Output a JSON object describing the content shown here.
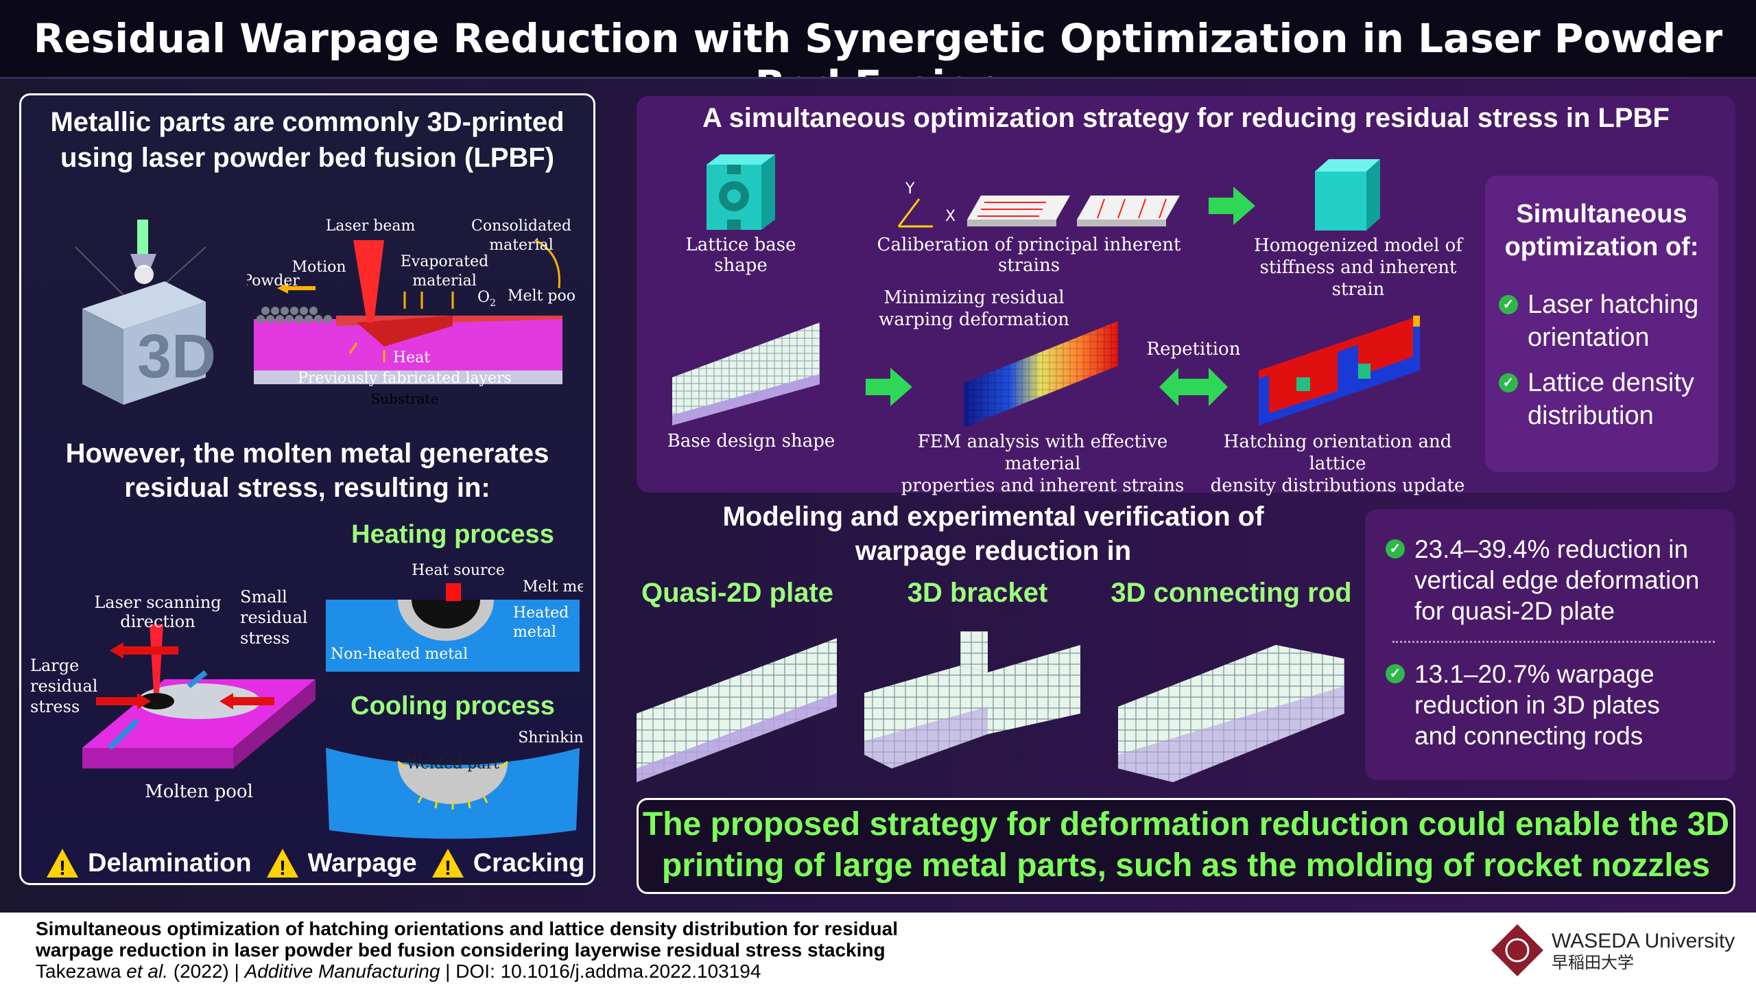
{
  "title": "Residual Warpage Reduction with Synergetic Optimization in Laser Powder Bed Fusion",
  "left": {
    "intro_line1": "Metallic parts are commonly 3D-printed",
    "intro_line2": "using laser powder bed fusion (LPBF)",
    "printer_label": "3D",
    "lpbf": {
      "laser_beam": "Laser beam",
      "consolidated_1": "Consolidated",
      "consolidated_2": "material",
      "motion": "Motion",
      "powder": "Powder",
      "evaporated_1": "Evaporated",
      "evaporated_2": "material",
      "o2": "O",
      "o2_sub": "2",
      "melt_pool": "Melt pool",
      "heat": "Heat",
      "prev_layers": "Previously fabricated layers",
      "substrate": "Substrate"
    },
    "however_1": "However, the molten metal generates",
    "however_2": "residual stress, resulting in:",
    "stress": {
      "laser_scan_1": "Laser scanning",
      "laser_scan_2": "direction",
      "small_1": "Small",
      "small_2": "residual",
      "small_3": "stress",
      "large_1": "Large",
      "large_2": "residual",
      "large_3": "stress",
      "molten_pool": "Molten pool"
    },
    "heating": {
      "title": "Heating process",
      "heat_source": "Heat source",
      "melt_metal": "Melt metal",
      "heated_1": "Heated",
      "heated_2": "metal",
      "non_heated": "Non-heated metal"
    },
    "cooling": {
      "title": "Cooling process",
      "shrinking": "Shrinking",
      "welded": "Welded part"
    },
    "warnings": [
      "Delamination",
      "Warpage",
      "Cracking"
    ]
  },
  "strategy": {
    "title": "A simultaneous optimization strategy for reducing residual stress in LPBF",
    "lattice": "Lattice base shape",
    "axis_y": "Y",
    "axis_x": "X",
    "caliberation": "Caliberation of principal inherent strains",
    "homog_1": "Homogenized model of",
    "homog_2": "stiffness and inherent strain",
    "minimizing_1": "Minimizing residual",
    "minimizing_2": "warping deformation",
    "repetition": "Repetition",
    "base_design": "Base design shape",
    "fem_1": "FEM analysis with effective material",
    "fem_2": "properties and inherent strains",
    "hatch_1": "Hatching orientation and lattice",
    "hatch_2": "density distributions update"
  },
  "simultaneous": {
    "title_1": "Simultaneous",
    "title_2": "optimization of:",
    "item1_1": "Laser hatching",
    "item1_2": "orientation",
    "item2_1": "Lattice density",
    "item2_2": "distribution"
  },
  "modeling": {
    "title_1": "Modeling and experimental verification of",
    "title_2": "warpage reduction in",
    "labels": [
      "Quasi-2D plate",
      "3D bracket",
      "3D connecting rod"
    ]
  },
  "results": {
    "r1_1": "23.4–39.4% reduction in",
    "r1_2": "vertical edge deformation",
    "r1_3": "for quasi-2D plate",
    "r2_1": "13.1–20.7% warpage",
    "r2_2": "reduction in 3D plates",
    "r2_3": "and connecting rods"
  },
  "conclusion_1": "The proposed strategy for deformation reduction could enable the 3D",
  "conclusion_2": "printing of large metal parts, such as the molding of rocket nozzles",
  "footer": {
    "paper_1": "Simultaneous optimization of hatching orientations and lattice density distribution for residual",
    "paper_2": "warpage reduction in laser powder bed fusion considering layerwise residual stress stacking",
    "authors": "Takezawa",
    "etal": "et al.",
    "year": "(2022) |",
    "journal": "Additive Manufacturing",
    "doi": "| DOI: 10.1016/j.addma.2022.103194",
    "univ_en": "WASEDA University",
    "univ_jp": "早稲田大学"
  },
  "colors": {
    "green_text": "#9cff7a",
    "accent_purple": "#4a1a6a",
    "check_green": "#2fb84a"
  }
}
